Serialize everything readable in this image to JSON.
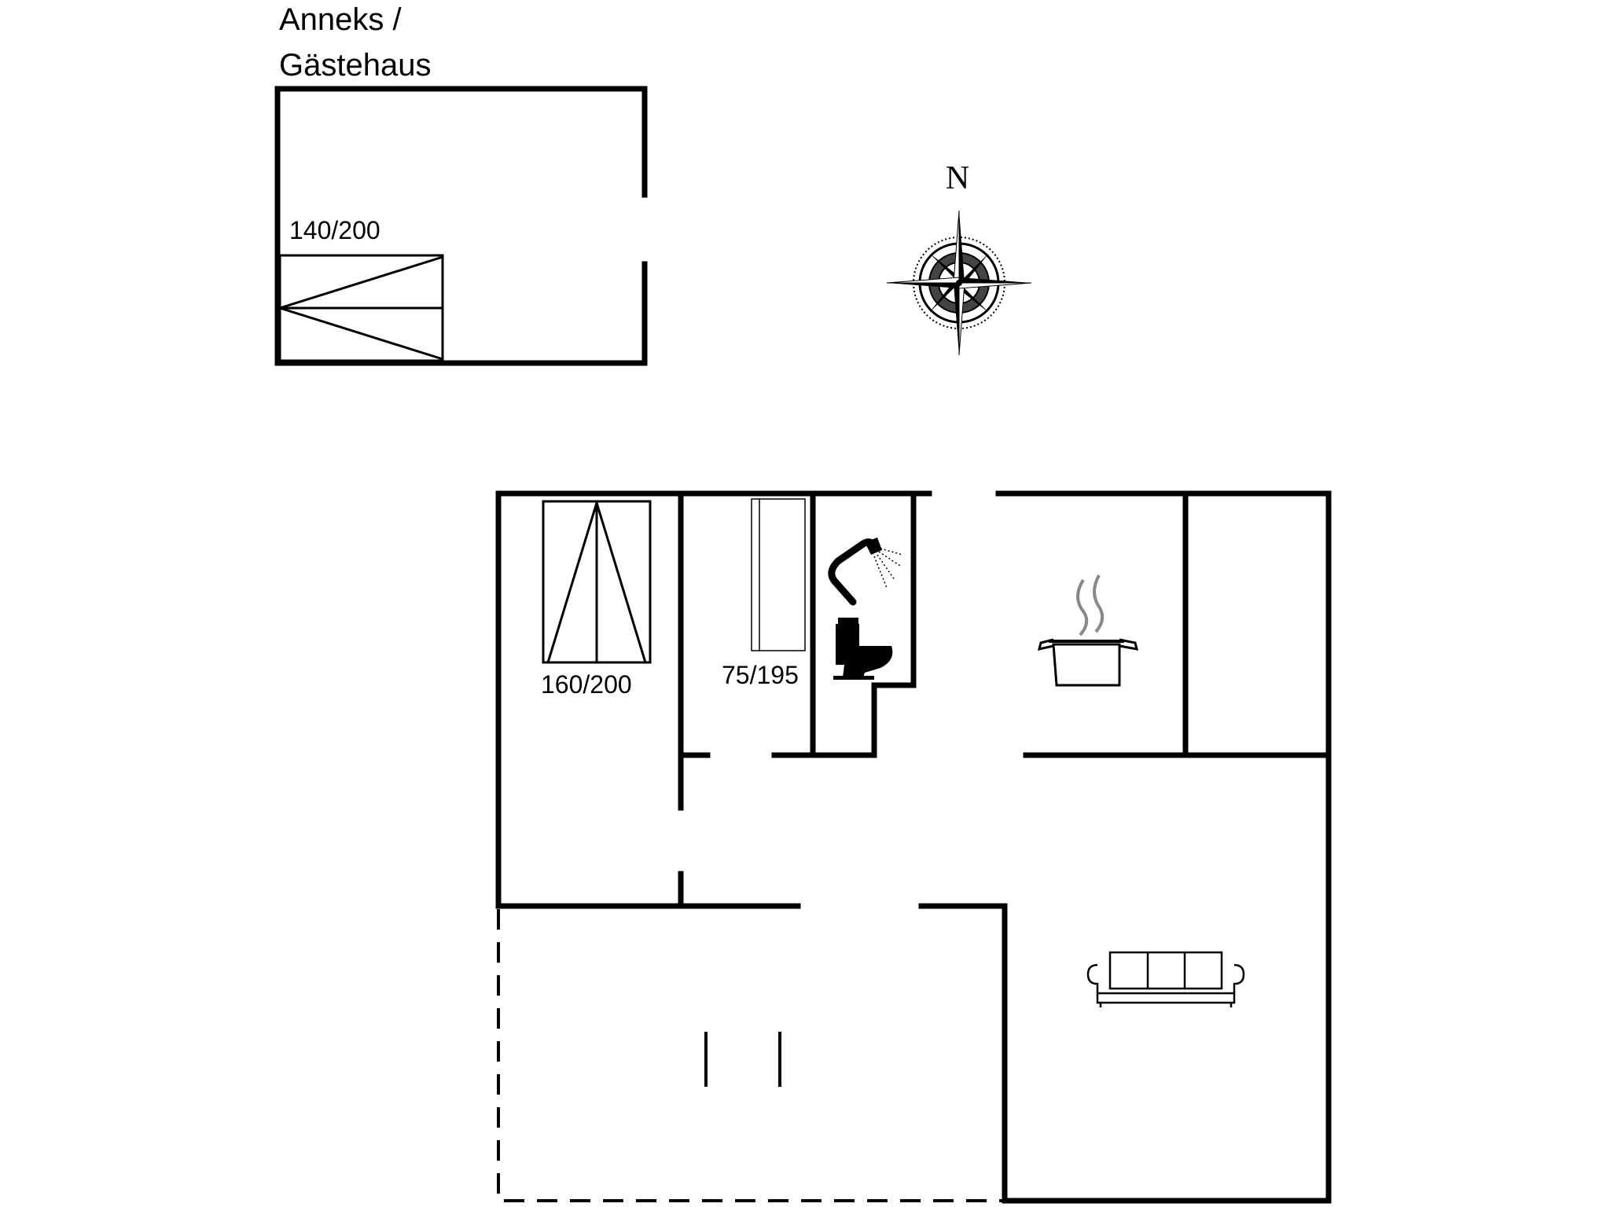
{
  "annex": {
    "title_line1": "Anneks /",
    "title_line2": "Gästehaus",
    "bed_label": "140/200"
  },
  "compass": {
    "north_label": "N"
  },
  "main_house": {
    "bedroom1_bed_label": "160/200",
    "bedroom2_bed_label": "75/195"
  }
}
